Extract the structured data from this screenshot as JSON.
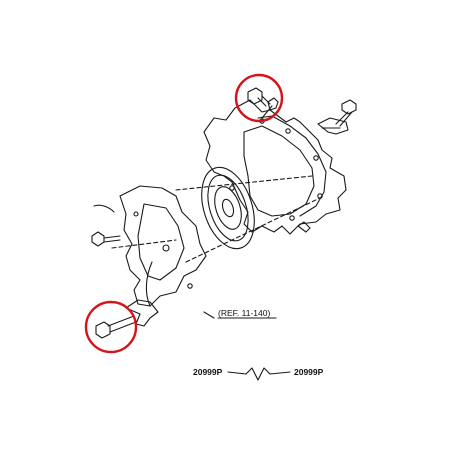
{
  "diagram": {
    "reference_label": "(REF. 11-140)",
    "part_labels": [
      {
        "id": "left",
        "text": "20999P"
      },
      {
        "id": "right",
        "text": "20999P"
      }
    ],
    "highlight_color": "#d4141a",
    "line_color": "#1a1a1a"
  }
}
